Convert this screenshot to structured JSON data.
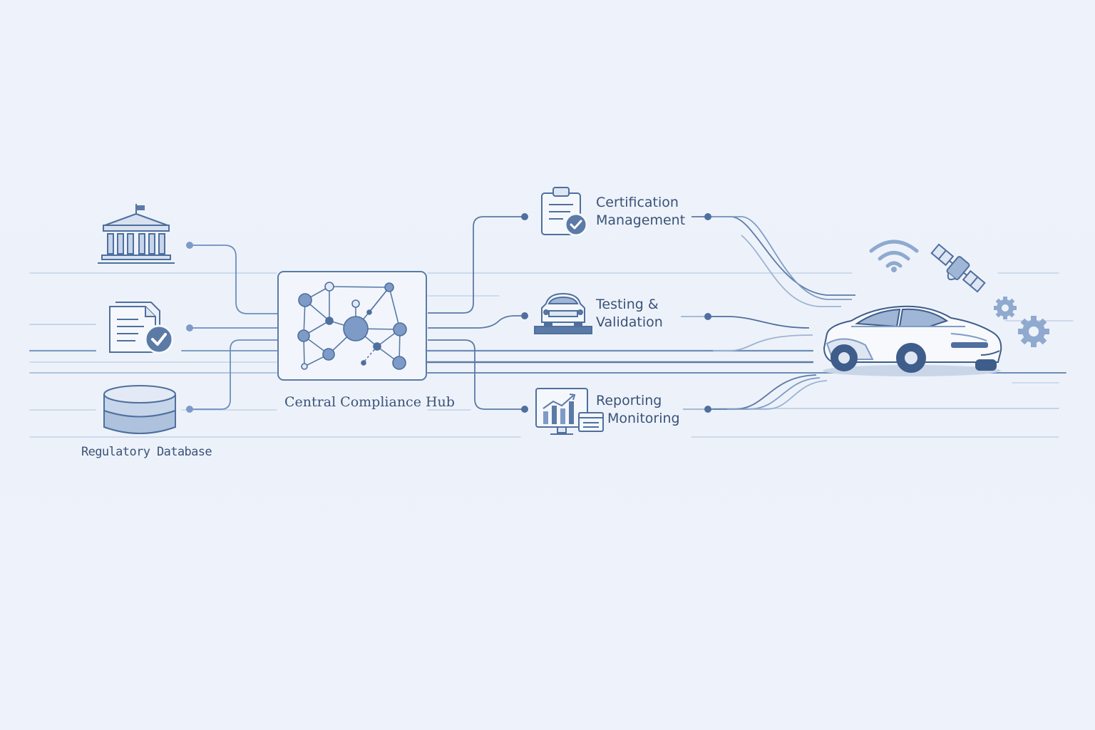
{
  "diagram": {
    "hub": {
      "label": "Central Compliance Hub"
    },
    "sources": [
      {
        "id": "government",
        "icon": "government-building-icon"
      },
      {
        "id": "documents",
        "icon": "verified-document-icon"
      },
      {
        "id": "database",
        "icon": "database-icon",
        "label": "Regulatory Database"
      }
    ],
    "outputs": [
      {
        "id": "certification",
        "icon": "clipboard-check-icon",
        "lines": [
          "Certification",
          "Management"
        ]
      },
      {
        "id": "testing",
        "icon": "car-test-icon",
        "lines": [
          "Testing &",
          "Validation"
        ]
      },
      {
        "id": "reporting",
        "icon": "chart-monitor-icon",
        "lines": [
          "Reporting",
          "Monitoring"
        ]
      }
    ],
    "vehicle": {
      "icons": [
        "car-icon",
        "wifi-icon",
        "satellite-icon",
        "gear-icon"
      ]
    },
    "colors": {
      "background": "#eef3fa",
      "line": "#5b7aa6",
      "line_light": "#a9bcd8",
      "accent": "#6b8ec0",
      "text": "#3a5278"
    }
  }
}
